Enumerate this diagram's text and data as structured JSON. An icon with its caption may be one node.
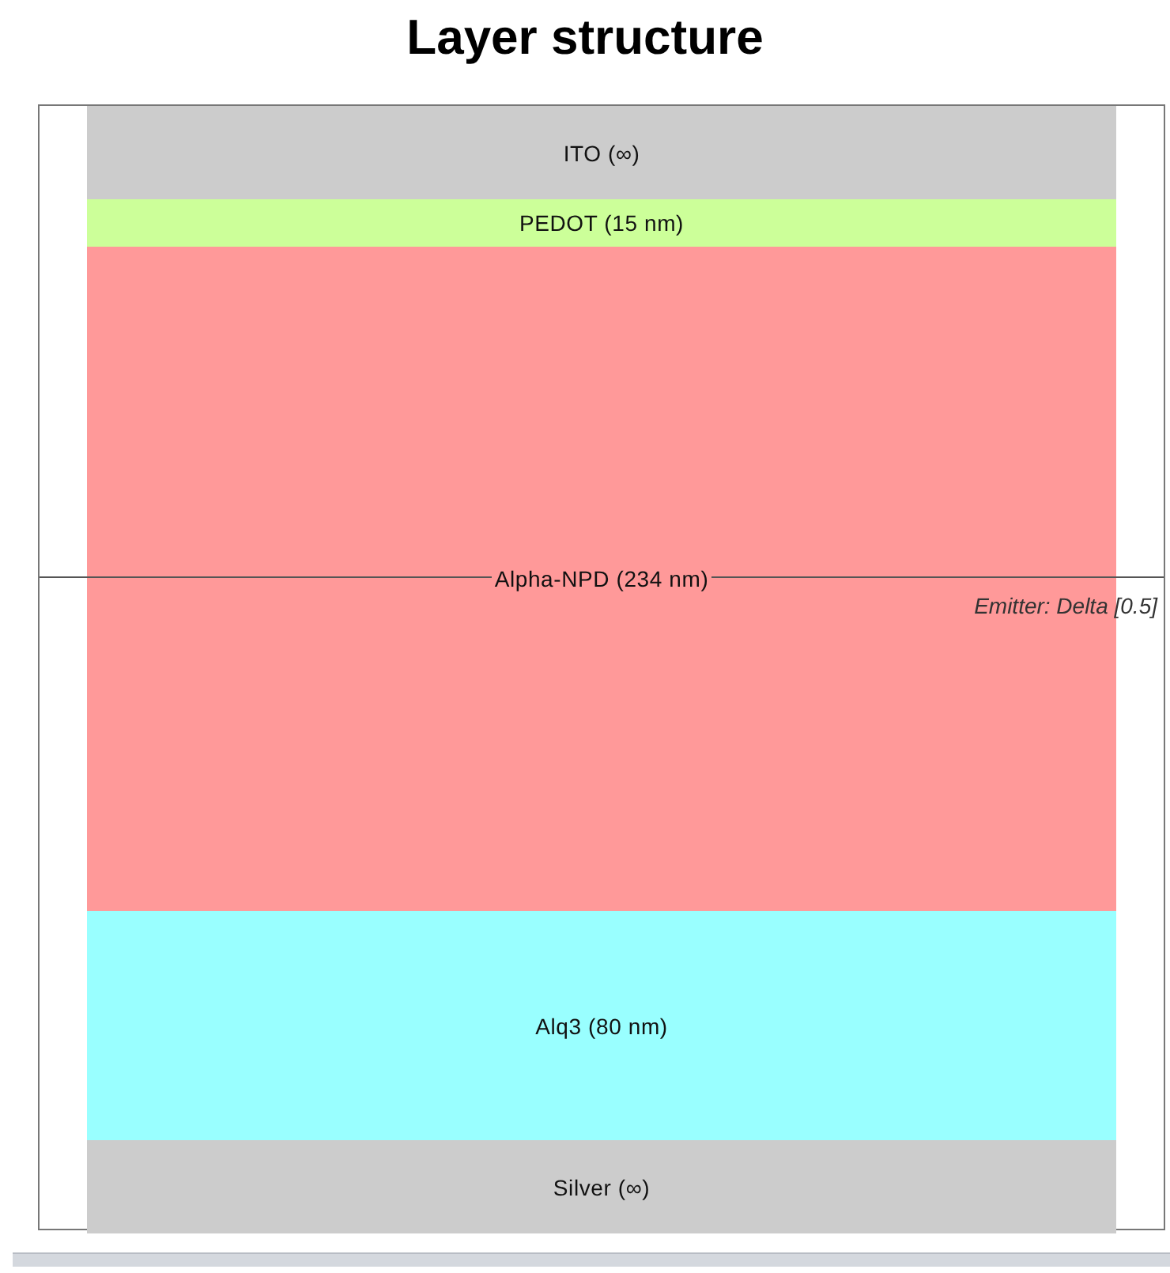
{
  "diagram": {
    "title": "Layer structure",
    "nodes": [
      {
        "text": [
          "ITO (∞)"
        ]
      },
      {
        "text": [
          "PEDOT (15 nm)"
        ]
      },
      {
        "text": [
          "Alpha-NPD (234 nm)"
        ]
      },
      {
        "text": [
          "Alq3 (80 nm)"
        ]
      },
      {
        "text": [
          "Silver (∞)"
        ]
      }
    ],
    "labels": [
      "Emitter: Delta [0.5]"
    ]
  }
}
